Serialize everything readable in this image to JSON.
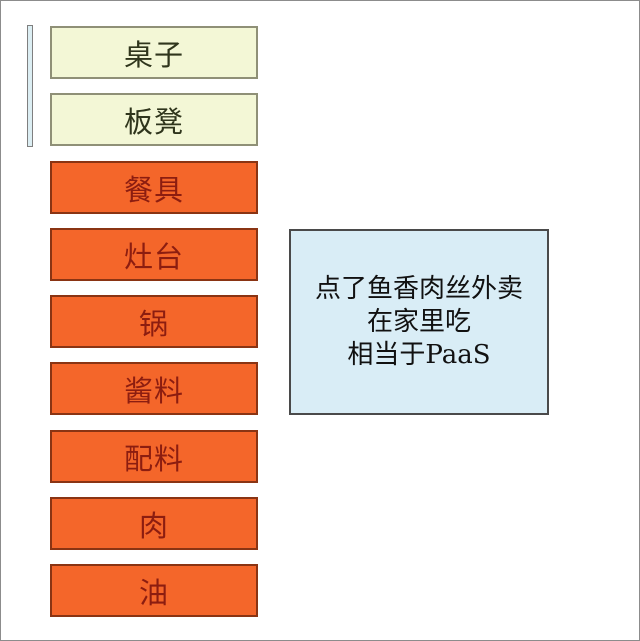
{
  "diagram": {
    "description_labels": {
      "layers": [
        {
          "label": "桌子",
          "style": "cream"
        },
        {
          "label": "板凳",
          "style": "cream"
        },
        {
          "label": "餐具",
          "style": "orange"
        },
        {
          "label": "灶台",
          "style": "orange"
        },
        {
          "label": "锅",
          "style": "orange"
        },
        {
          "label": "酱料",
          "style": "orange"
        },
        {
          "label": "配料",
          "style": "orange"
        },
        {
          "label": "肉",
          "style": "orange"
        },
        {
          "label": "油",
          "style": "orange"
        }
      ]
    },
    "note": {
      "lines": [
        "点了鱼香肉丝外卖",
        "在家里吃",
        "相当于PaaS"
      ]
    },
    "colors": {
      "cream_fill": "#f3f7d6",
      "cream_border": "#8f9077",
      "cream_text": "#2f351c",
      "orange_fill": "#f4662a",
      "orange_border": "#8a3413",
      "orange_text": "#8c1d10",
      "note_fill": "#d9edf6",
      "note_border": "#4a4a4a",
      "note_text": "#111111",
      "accent_bar_fill": "#dceef3",
      "accent_bar_border": "#7f7f7f"
    }
  }
}
